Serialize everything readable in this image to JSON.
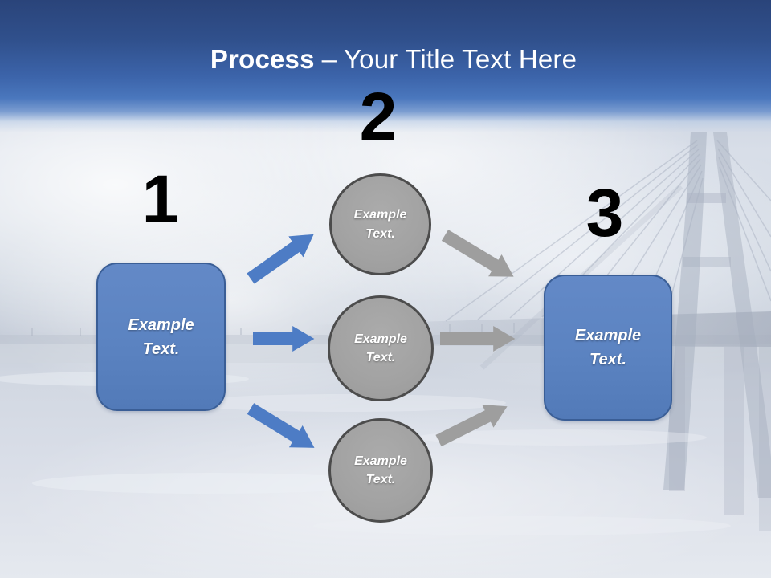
{
  "slide": {
    "title": {
      "emphasis": "Process",
      "rest": "– Your Title Text Here"
    },
    "steps": [
      {
        "number": "1",
        "label": "Example Text."
      },
      {
        "number": "2",
        "label": "Example Text."
      },
      {
        "number": "3",
        "label": "Example Text."
      }
    ],
    "middle_circles": [
      {
        "label": "Example Text."
      },
      {
        "label": "Example Text."
      },
      {
        "label": "Example Text."
      }
    ],
    "background_name": "faded cable-stayed bridge over water"
  },
  "colors": {
    "header_top": "#2a447a",
    "header_bottom": "#4a77bd",
    "title_text": "#ffffff",
    "number_text": "#000000",
    "blue_shape_fill": "#5b83c1",
    "blue_shape_border": "#3a5e96",
    "blue_arrow": "#4d7cc5",
    "gray_circle_fill": "#a2a2a2",
    "gray_circle_border": "#4c4c4c",
    "gray_arrow": "#9e9e9e"
  }
}
